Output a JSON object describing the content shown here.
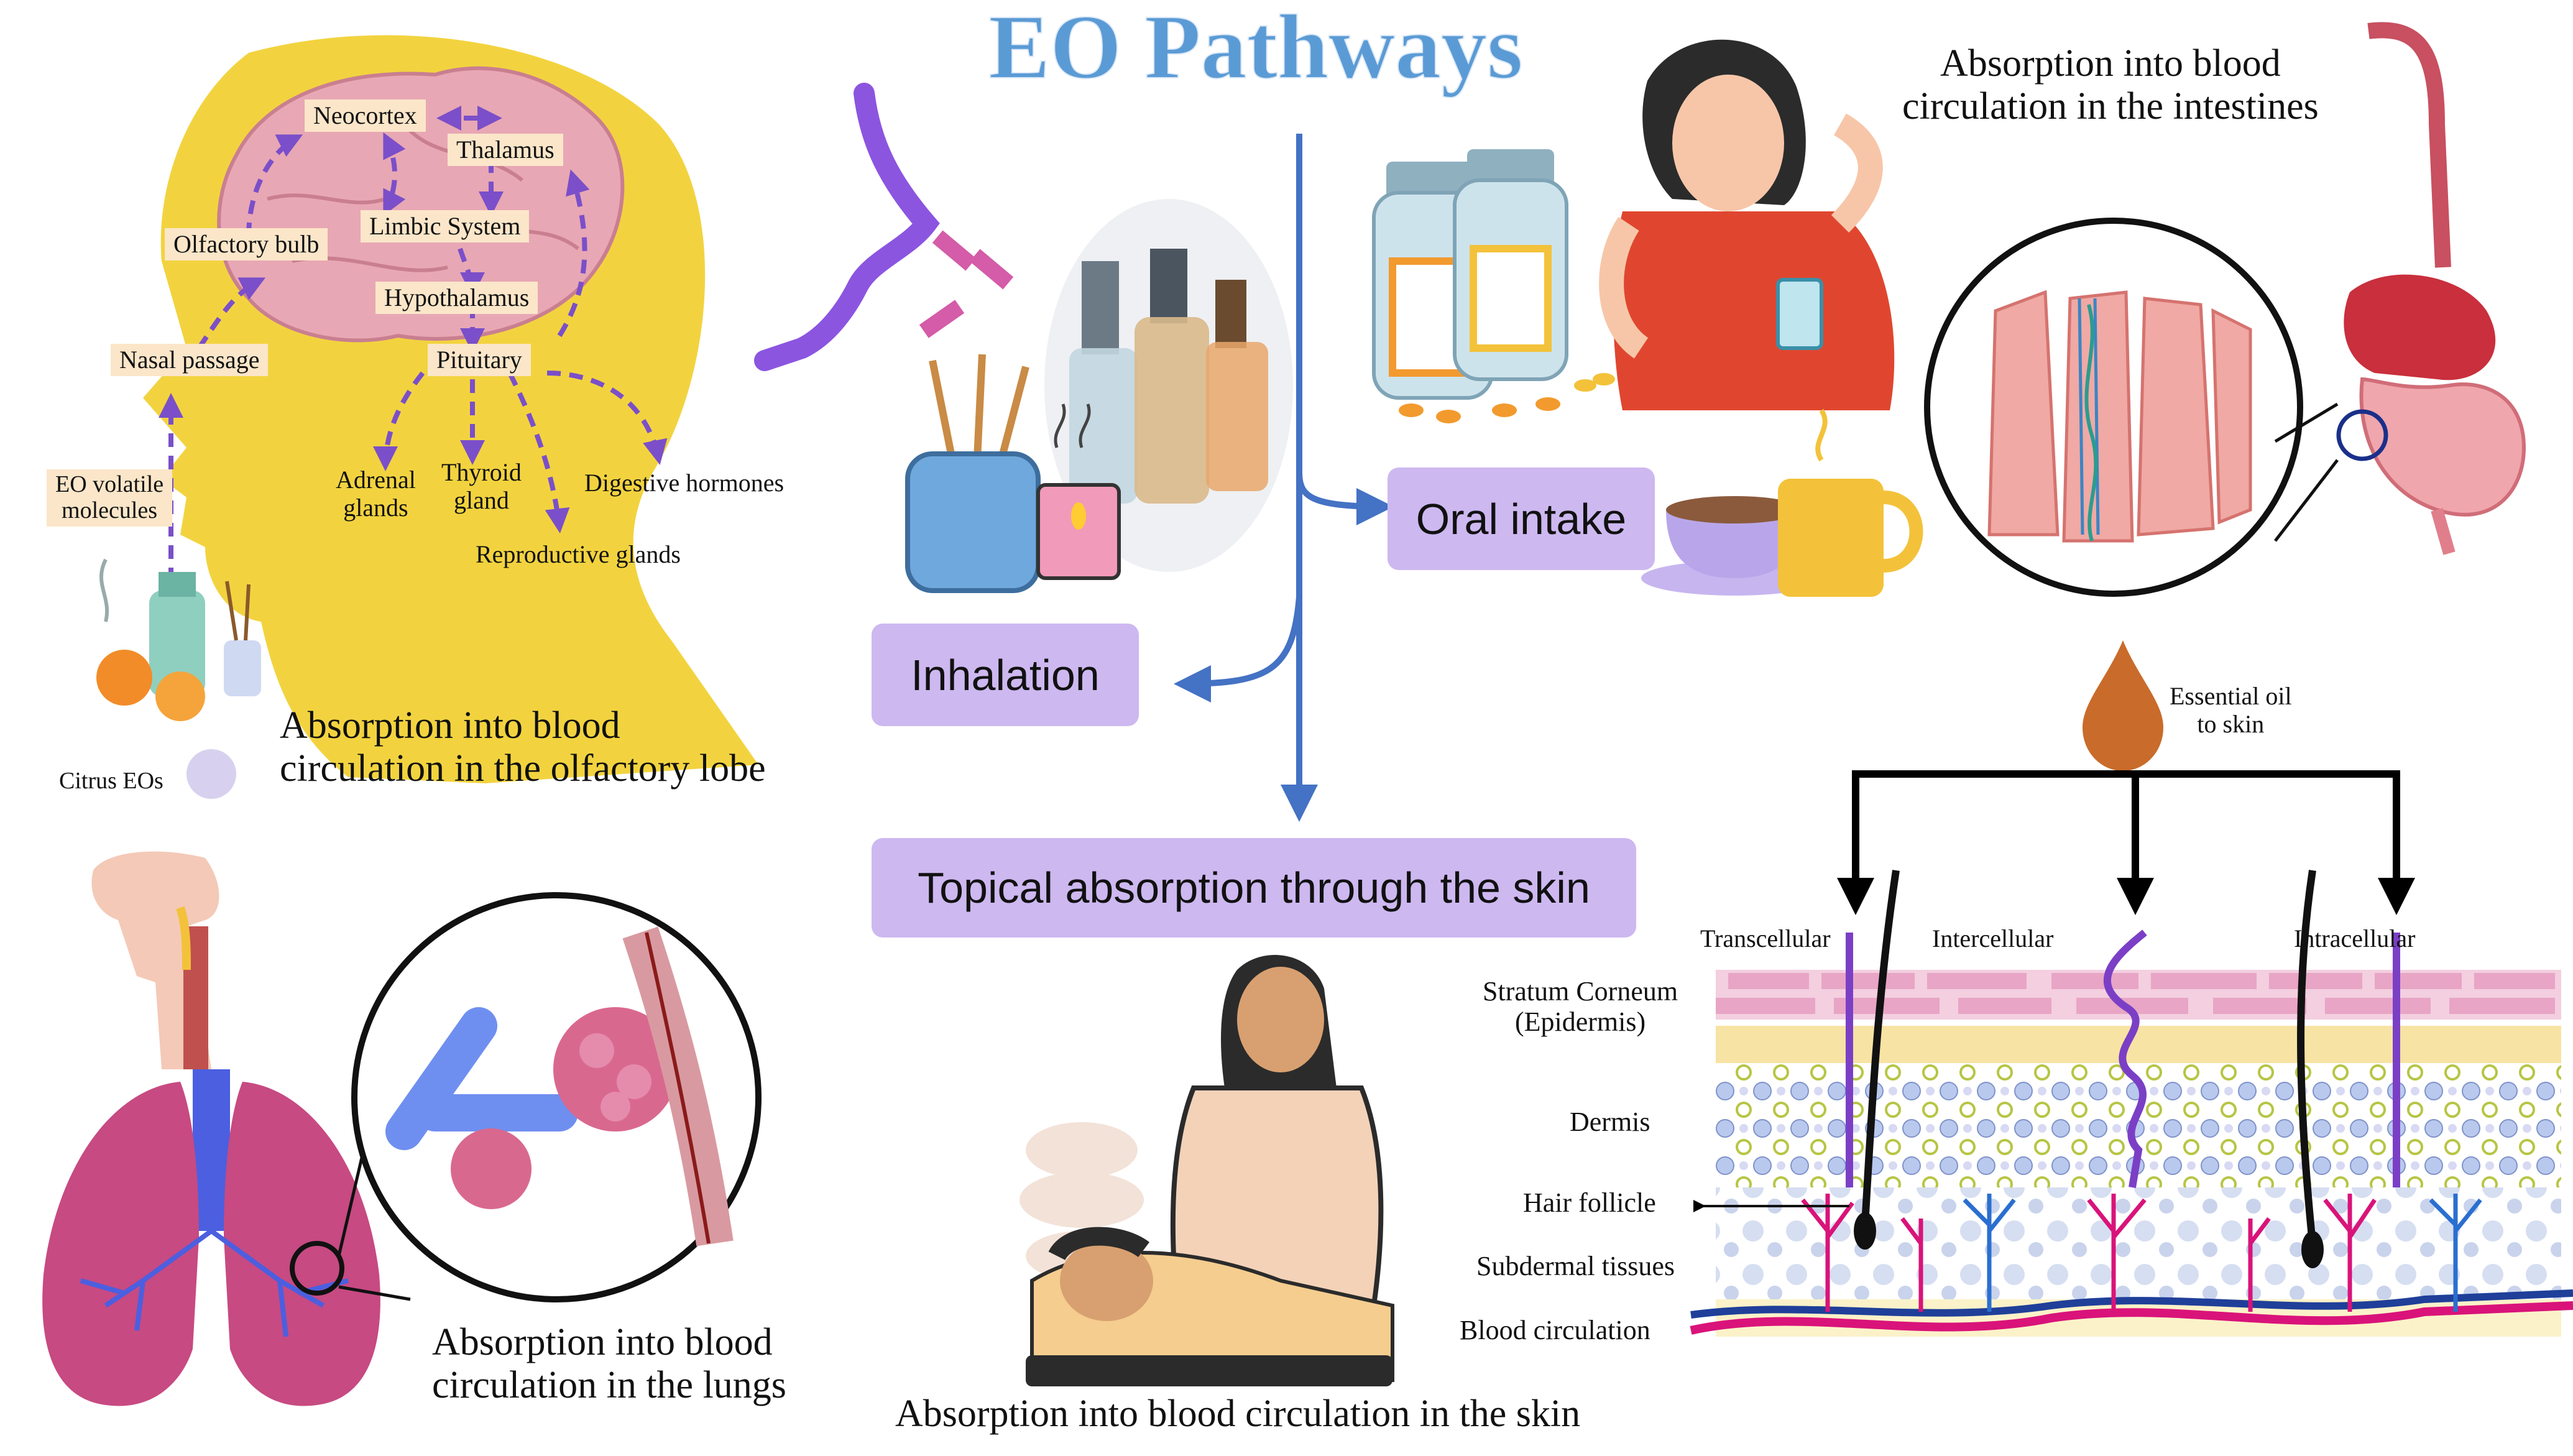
{
  "title": "EO Pathways",
  "colors": {
    "title_blue": "#5b9bd5",
    "flow_blue": "#4472c4",
    "pill_purple": "#cdb8f0",
    "head_yellow": "#f2d33f",
    "brain_pink": "#e8a7b4",
    "path_purple": "#7b4fc9",
    "tag_peach": "#fbe6c9"
  },
  "routes": {
    "inhalation": "Inhalation",
    "oral": "Oral intake",
    "topical": "Topical absorption through the skin"
  },
  "head": {
    "neocortex": "Neocortex",
    "thalamus": "Thalamus",
    "limbic": "Limbic System",
    "olfactory_bulb": "Olfactory bulb",
    "hypothalamus": "Hypothalamus",
    "nasal": "Nasal passage",
    "pituitary": "Pituitary",
    "volatile_1": "EO volatile",
    "volatile_2": "molecules",
    "adrenal_1": "Adrenal",
    "adrenal_2": "glands",
    "thyroid_1": "Thyroid",
    "thyroid_2": "gland",
    "digestive": "Digestive hormones",
    "reproductive": "Reproductive glands",
    "citrus": "Citrus EOs",
    "caption_1": "Absorption into blood",
    "caption_2": "circulation in the olfactory lobe"
  },
  "intestine": {
    "caption_1": "Absorption into blood",
    "caption_2": "circulation in the intestines"
  },
  "lungs": {
    "caption_1": "Absorption into blood",
    "caption_2": "circulation in the lungs"
  },
  "massage": {
    "caption": "Absorption into blood circulation in the skin"
  },
  "skin": {
    "drop_1": "Essential oil",
    "drop_2": "to skin",
    "transcellular": "Transcellular",
    "intercellular": "Intercellular",
    "intracellular": "Intracellular",
    "stratum_1": "Stratum Corneum",
    "stratum_2": "(Epidermis)",
    "dermis": "Dermis",
    "hair": "Hair follicle",
    "subdermal": "Subdermal tissues",
    "blood": "Blood circulation"
  },
  "icons": [
    "head-silhouette",
    "brain",
    "nose-profile",
    "reed-diffuser",
    "perfume-bottles",
    "pill-bottles",
    "woman-taking-pill",
    "coffee-cup",
    "tea-mug",
    "intestine-villi",
    "stomach-intestines",
    "lungs",
    "alveoli",
    "oil-drop",
    "skin-layers",
    "massage-scene"
  ]
}
